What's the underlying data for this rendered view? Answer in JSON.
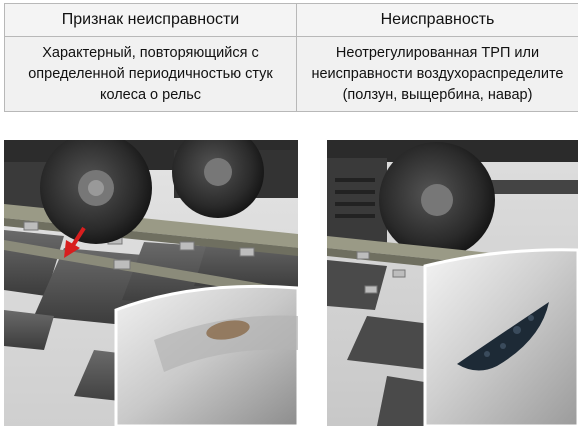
{
  "table": {
    "headers": [
      "Признак неисправности",
      "Неисправность"
    ],
    "row": {
      "symptom_lines": [
        "Характерный, повторяющийся с",
        "определенной периодичностью стук",
        "колеса о рельс"
      ],
      "fault_lines": [
        "Неотрегулированная ТРП или",
        "неисправности воздухораспределите",
        "(ползун, выщербина, навар)"
      ]
    }
  },
  "images": [
    {
      "icon": "wheel-on-rail-with-flat-spot-illustration"
    },
    {
      "icon": "wheel-with-spalling-illustration"
    }
  ],
  "colors": {
    "arrow": "#d81e1e",
    "rail": "#9a9a86",
    "sleeper": "#555555"
  }
}
